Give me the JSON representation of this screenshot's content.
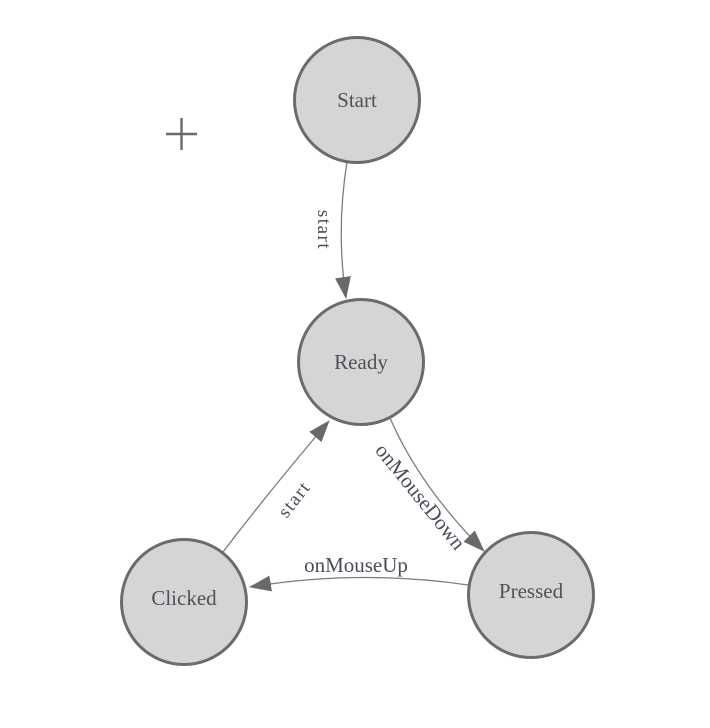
{
  "diagram": {
    "kind": "state-machine",
    "nodes": [
      {
        "id": "start",
        "label": "Start"
      },
      {
        "id": "ready",
        "label": "Ready"
      },
      {
        "id": "clicked",
        "label": "Clicked"
      },
      {
        "id": "pressed",
        "label": "Pressed"
      }
    ],
    "edges": [
      {
        "id": "start-to-ready",
        "from": "start",
        "to": "ready",
        "label": "start"
      },
      {
        "id": "ready-to-pressed",
        "from": "ready",
        "to": "pressed",
        "label": "onMouseDown"
      },
      {
        "id": "pressed-to-clicked",
        "from": "pressed",
        "to": "clicked",
        "label": "onMouseUp"
      },
      {
        "id": "clicked-to-ready",
        "from": "clicked",
        "to": "ready",
        "label": "start"
      }
    ],
    "colors": {
      "background": "#ffffff",
      "node_fill": "#d5d5d5",
      "node_stroke": "#6b6b6b",
      "node_label": "#4f5159",
      "edge_stroke": "#7c7c7c",
      "edge_label": "#474d59",
      "arrow_fill": "#696969",
      "cursor": "#696969"
    },
    "cursor": {
      "type": "crosshair-plus"
    }
  }
}
